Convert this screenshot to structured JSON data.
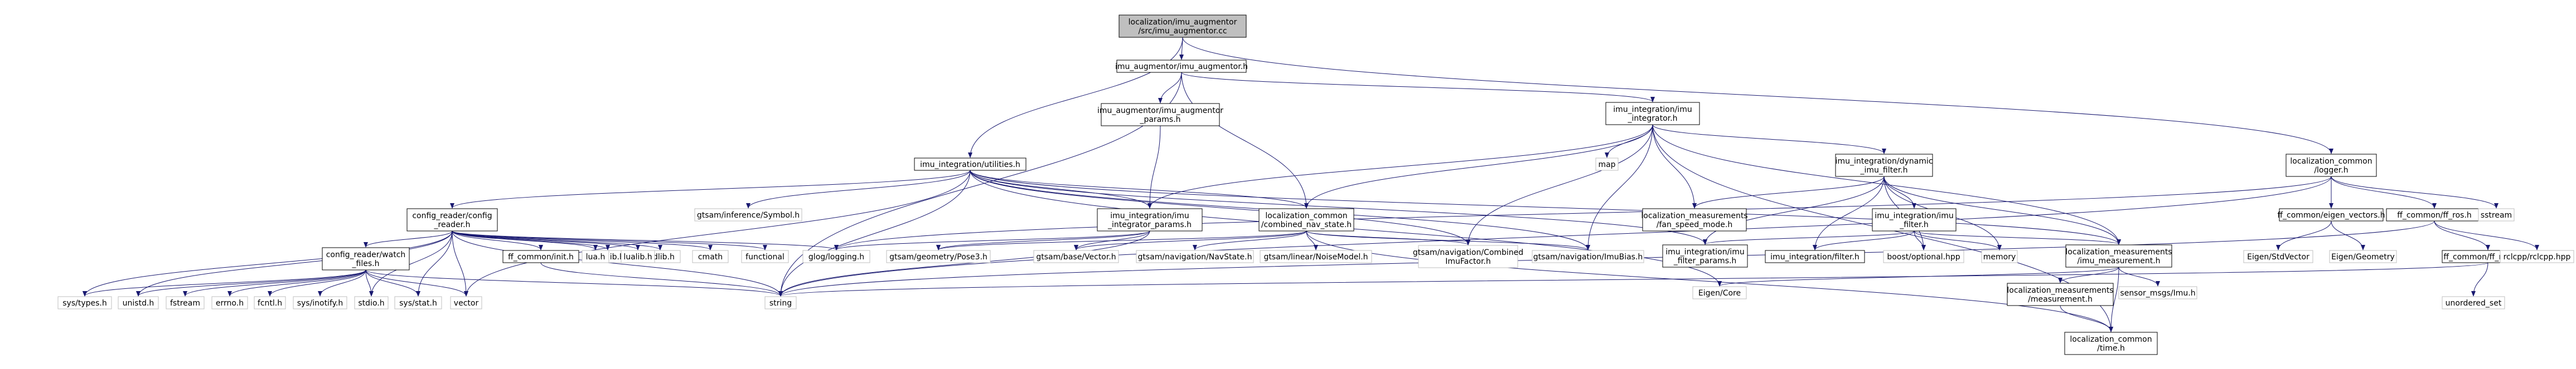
{
  "colors": {
    "edge": "#191970",
    "node_border": "#000000",
    "node_ext_border": "#bfbfbf",
    "root_fill": "#bfbfbf",
    "node_fill": "#ffffff",
    "text": "#000000"
  },
  "nodes": [
    {
      "id": "root",
      "lines": [
        "localization/imu_augmentor",
        "/src/imu_augmentor.cc"
      ],
      "kind": "root"
    },
    {
      "id": "imu_aug_h",
      "lines": [
        "imu_augmentor/imu_augmentor.h"
      ],
      "kind": "doc"
    },
    {
      "id": "loc_logger",
      "lines": [
        "localization_common",
        "/logger.h"
      ],
      "kind": "doc"
    },
    {
      "id": "imu_aug_params",
      "lines": [
        "imu_augmentor/imu_augmentor",
        "_params.h"
      ],
      "kind": "doc"
    },
    {
      "id": "imu_integ_h",
      "lines": [
        "imu_integration/imu",
        "_integrator.h"
      ],
      "kind": "doc"
    },
    {
      "id": "imu_utilities",
      "lines": [
        "imu_integration/utilities.h"
      ],
      "kind": "doc"
    },
    {
      "id": "map",
      "lines": [
        "map"
      ],
      "kind": "ext"
    },
    {
      "id": "dyn_filter",
      "lines": [
        "imu_integration/dynamic",
        "_imu_filter.h"
      ],
      "kind": "doc"
    },
    {
      "id": "config_reader",
      "lines": [
        "config_reader/config",
        "_reader.h"
      ],
      "kind": "doc"
    },
    {
      "id": "gtsam_symbol",
      "lines": [
        "gtsam/inference/Symbol.h"
      ],
      "kind": "ext"
    },
    {
      "id": "imu_integ_params",
      "lines": [
        "imu_integration/imu",
        "_integrator_params.h"
      ],
      "kind": "doc"
    },
    {
      "id": "combined_nav",
      "lines": [
        "localization_common",
        "/combined_nav_state.h"
      ],
      "kind": "doc"
    },
    {
      "id": "fan_speed",
      "lines": [
        "localization_measurements",
        "/fan_speed_mode.h"
      ],
      "kind": "doc"
    },
    {
      "id": "imu_filter_h",
      "lines": [
        "imu_integration/imu",
        "_filter.h"
      ],
      "kind": "doc"
    },
    {
      "id": "ff_eigen",
      "lines": [
        "ff_common/eigen_vectors.h"
      ],
      "kind": "doc"
    },
    {
      "id": "ff_ros",
      "lines": [
        "ff_common/ff_ros.h"
      ],
      "kind": "doc"
    },
    {
      "id": "sstream",
      "lines": [
        "sstream"
      ],
      "kind": "ext"
    },
    {
      "id": "lauxlib",
      "lines": [
        "lauxlib.h"
      ],
      "kind": "ext"
    },
    {
      "id": "stdlib",
      "lines": [
        "stdlib.h"
      ],
      "kind": "ext"
    },
    {
      "id": "cmath",
      "lines": [
        "cmath"
      ],
      "kind": "ext"
    },
    {
      "id": "functional",
      "lines": [
        "functional"
      ],
      "kind": "ext"
    },
    {
      "id": "watch_files",
      "lines": [
        "config_reader/watch",
        "_files.h"
      ],
      "kind": "doc"
    },
    {
      "id": "ff_init",
      "lines": [
        "ff_common/init.h"
      ],
      "kind": "doc"
    },
    {
      "id": "lua_h",
      "lines": [
        "lua.h"
      ],
      "kind": "ext"
    },
    {
      "id": "lualib",
      "lines": [
        "lualib.h"
      ],
      "kind": "ext"
    },
    {
      "id": "glog",
      "lines": [
        "glog/logging.h"
      ],
      "kind": "ext"
    },
    {
      "id": "pose3",
      "lines": [
        "gtsam/geometry/Pose3.h"
      ],
      "kind": "ext"
    },
    {
      "id": "gvector",
      "lines": [
        "gtsam/base/Vector.h"
      ],
      "kind": "ext"
    },
    {
      "id": "navstate",
      "lines": [
        "gtsam/navigation/NavState.h"
      ],
      "kind": "ext"
    },
    {
      "id": "noisemodel",
      "lines": [
        "gtsam/linear/NoiseModel.h"
      ],
      "kind": "ext"
    },
    {
      "id": "combined_imu",
      "lines": [
        "gtsam/navigation/Combined",
        "ImuFactor.h"
      ],
      "kind": "ext"
    },
    {
      "id": "imubias",
      "lines": [
        "gtsam/navigation/ImuBias.h"
      ],
      "kind": "ext"
    },
    {
      "id": "imu_filter_params",
      "lines": [
        "imu_integration/imu",
        "_filter_params.h"
      ],
      "kind": "doc"
    },
    {
      "id": "imu_integ_filter",
      "lines": [
        "imu_integration/filter.h"
      ],
      "kind": "doc"
    },
    {
      "id": "boost_optional",
      "lines": [
        "boost/optional.hpp"
      ],
      "kind": "ext"
    },
    {
      "id": "memory",
      "lines": [
        "memory"
      ],
      "kind": "ext"
    },
    {
      "id": "loc_imu_meas",
      "lines": [
        "localization_measurements",
        "/imu_measurement.h"
      ],
      "kind": "doc"
    },
    {
      "id": "eigen_stdvector",
      "lines": [
        "Eigen/StdVector"
      ],
      "kind": "ext"
    },
    {
      "id": "eigen_geometry",
      "lines": [
        "Eigen/Geometry"
      ],
      "kind": "ext"
    },
    {
      "id": "ff_names",
      "lines": [
        "ff_common/ff_names.h"
      ],
      "kind": "doc"
    },
    {
      "id": "rclcpp",
      "lines": [
        "rclcpp/rclcpp.hpp"
      ],
      "kind": "ext"
    },
    {
      "id": "sys_types",
      "lines": [
        "sys/types.h"
      ],
      "kind": "ext"
    },
    {
      "id": "unistd",
      "lines": [
        "unistd.h"
      ],
      "kind": "ext"
    },
    {
      "id": "fstream",
      "lines": [
        "fstream"
      ],
      "kind": "ext"
    },
    {
      "id": "errno",
      "lines": [
        "errno.h"
      ],
      "kind": "ext"
    },
    {
      "id": "fcntl",
      "lines": [
        "fcntl.h"
      ],
      "kind": "ext"
    },
    {
      "id": "inotify",
      "lines": [
        "sys/inotify.h"
      ],
      "kind": "ext"
    },
    {
      "id": "stdio",
      "lines": [
        "stdio.h"
      ],
      "kind": "ext"
    },
    {
      "id": "sys_stat",
      "lines": [
        "sys/stat.h"
      ],
      "kind": "ext"
    },
    {
      "id": "vector",
      "lines": [
        "vector"
      ],
      "kind": "ext"
    },
    {
      "id": "string",
      "lines": [
        "string"
      ],
      "kind": "ext"
    },
    {
      "id": "eigen_core",
      "lines": [
        "Eigen/Core"
      ],
      "kind": "ext"
    },
    {
      "id": "loc_measurement",
      "lines": [
        "localization_measurements",
        "/measurement.h"
      ],
      "kind": "doc"
    },
    {
      "id": "sensor_msgs",
      "lines": [
        "sensor_msgs/Imu.h"
      ],
      "kind": "ext"
    },
    {
      "id": "unordered_set",
      "lines": [
        "unordered_set"
      ],
      "kind": "ext"
    },
    {
      "id": "loc_time",
      "lines": [
        "localization_common",
        "/time.h"
      ],
      "kind": "doc"
    }
  ]
}
